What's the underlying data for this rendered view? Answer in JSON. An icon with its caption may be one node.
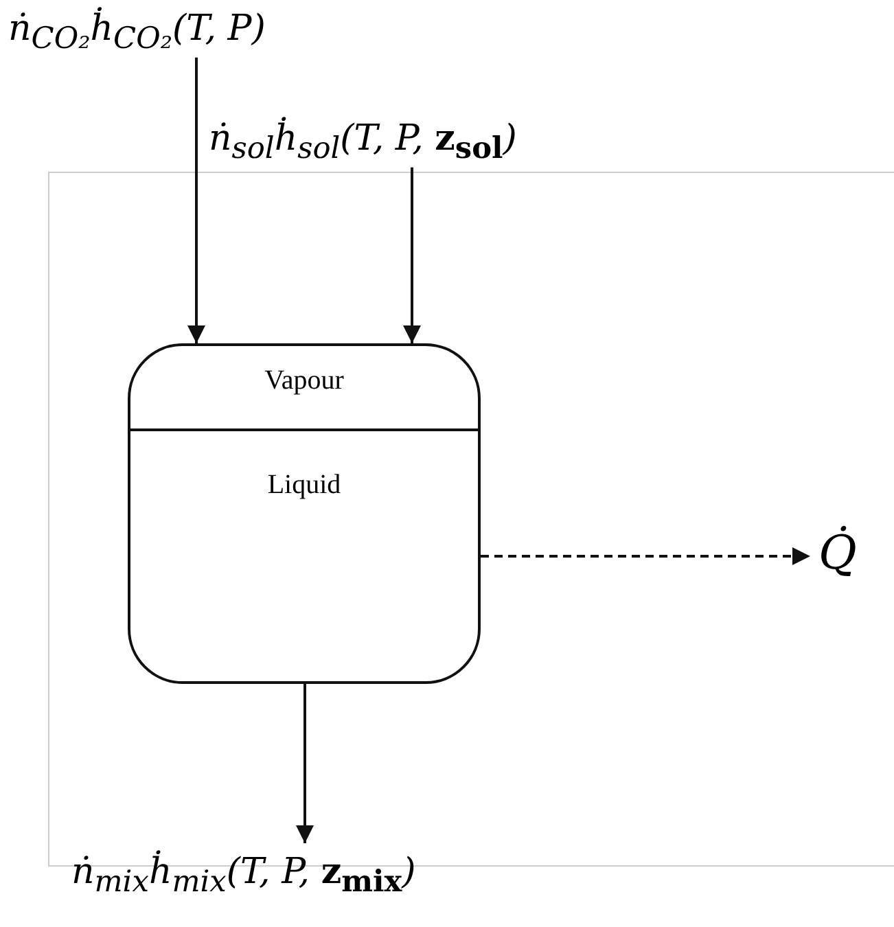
{
  "diagram": {
    "nodes": [
      {
        "text": [
          "ṅ$_{CO₂}$ḣ$_{CO₂}$(T, P)"
        ]
      },
      {
        "text": [
          "ṅ$_{sol}$ḣ$_{sol}$(T, P, **z**$_{sol}$)"
        ]
      },
      {
        "text": [
          "Vapour",
          "Liquid"
        ]
      },
      {
        "text": [
          "Q̇"
        ]
      },
      {
        "text": [
          "ṅ$_{mix}$ḣ$_{mix}$(T, P, **z**$_{mix}$)"
        ]
      }
    ],
    "edges": [
      {
        "from": 0,
        "to": 2,
        "arrow": "to"
      },
      {
        "from": 1,
        "to": 2,
        "arrow": "to"
      },
      {
        "from": 2,
        "to": 3,
        "arrow": "to",
        "style": "dashed"
      },
      {
        "from": 2,
        "to": 4,
        "arrow": "to"
      }
    ]
  }
}
